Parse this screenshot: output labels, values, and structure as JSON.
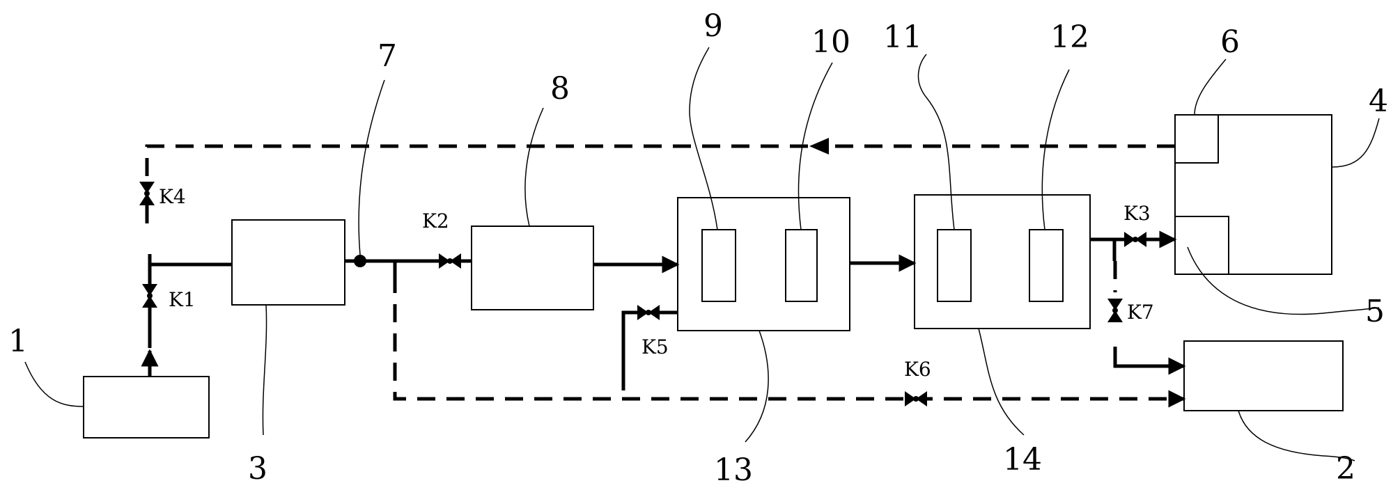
{
  "labels": {
    "n1": "1",
    "n2": "2",
    "n3": "3",
    "n4": "4",
    "n5": "5",
    "n6": "6",
    "n7": "7",
    "n8": "8",
    "n9": "9",
    "n10": "10",
    "n11": "11",
    "n12": "12",
    "n13": "13",
    "n14": "14"
  },
  "valves": {
    "k1": "K1",
    "k2": "K2",
    "k3": "K3",
    "k4": "K4",
    "k5": "K5",
    "k6": "K6",
    "k7": "K7"
  }
}
